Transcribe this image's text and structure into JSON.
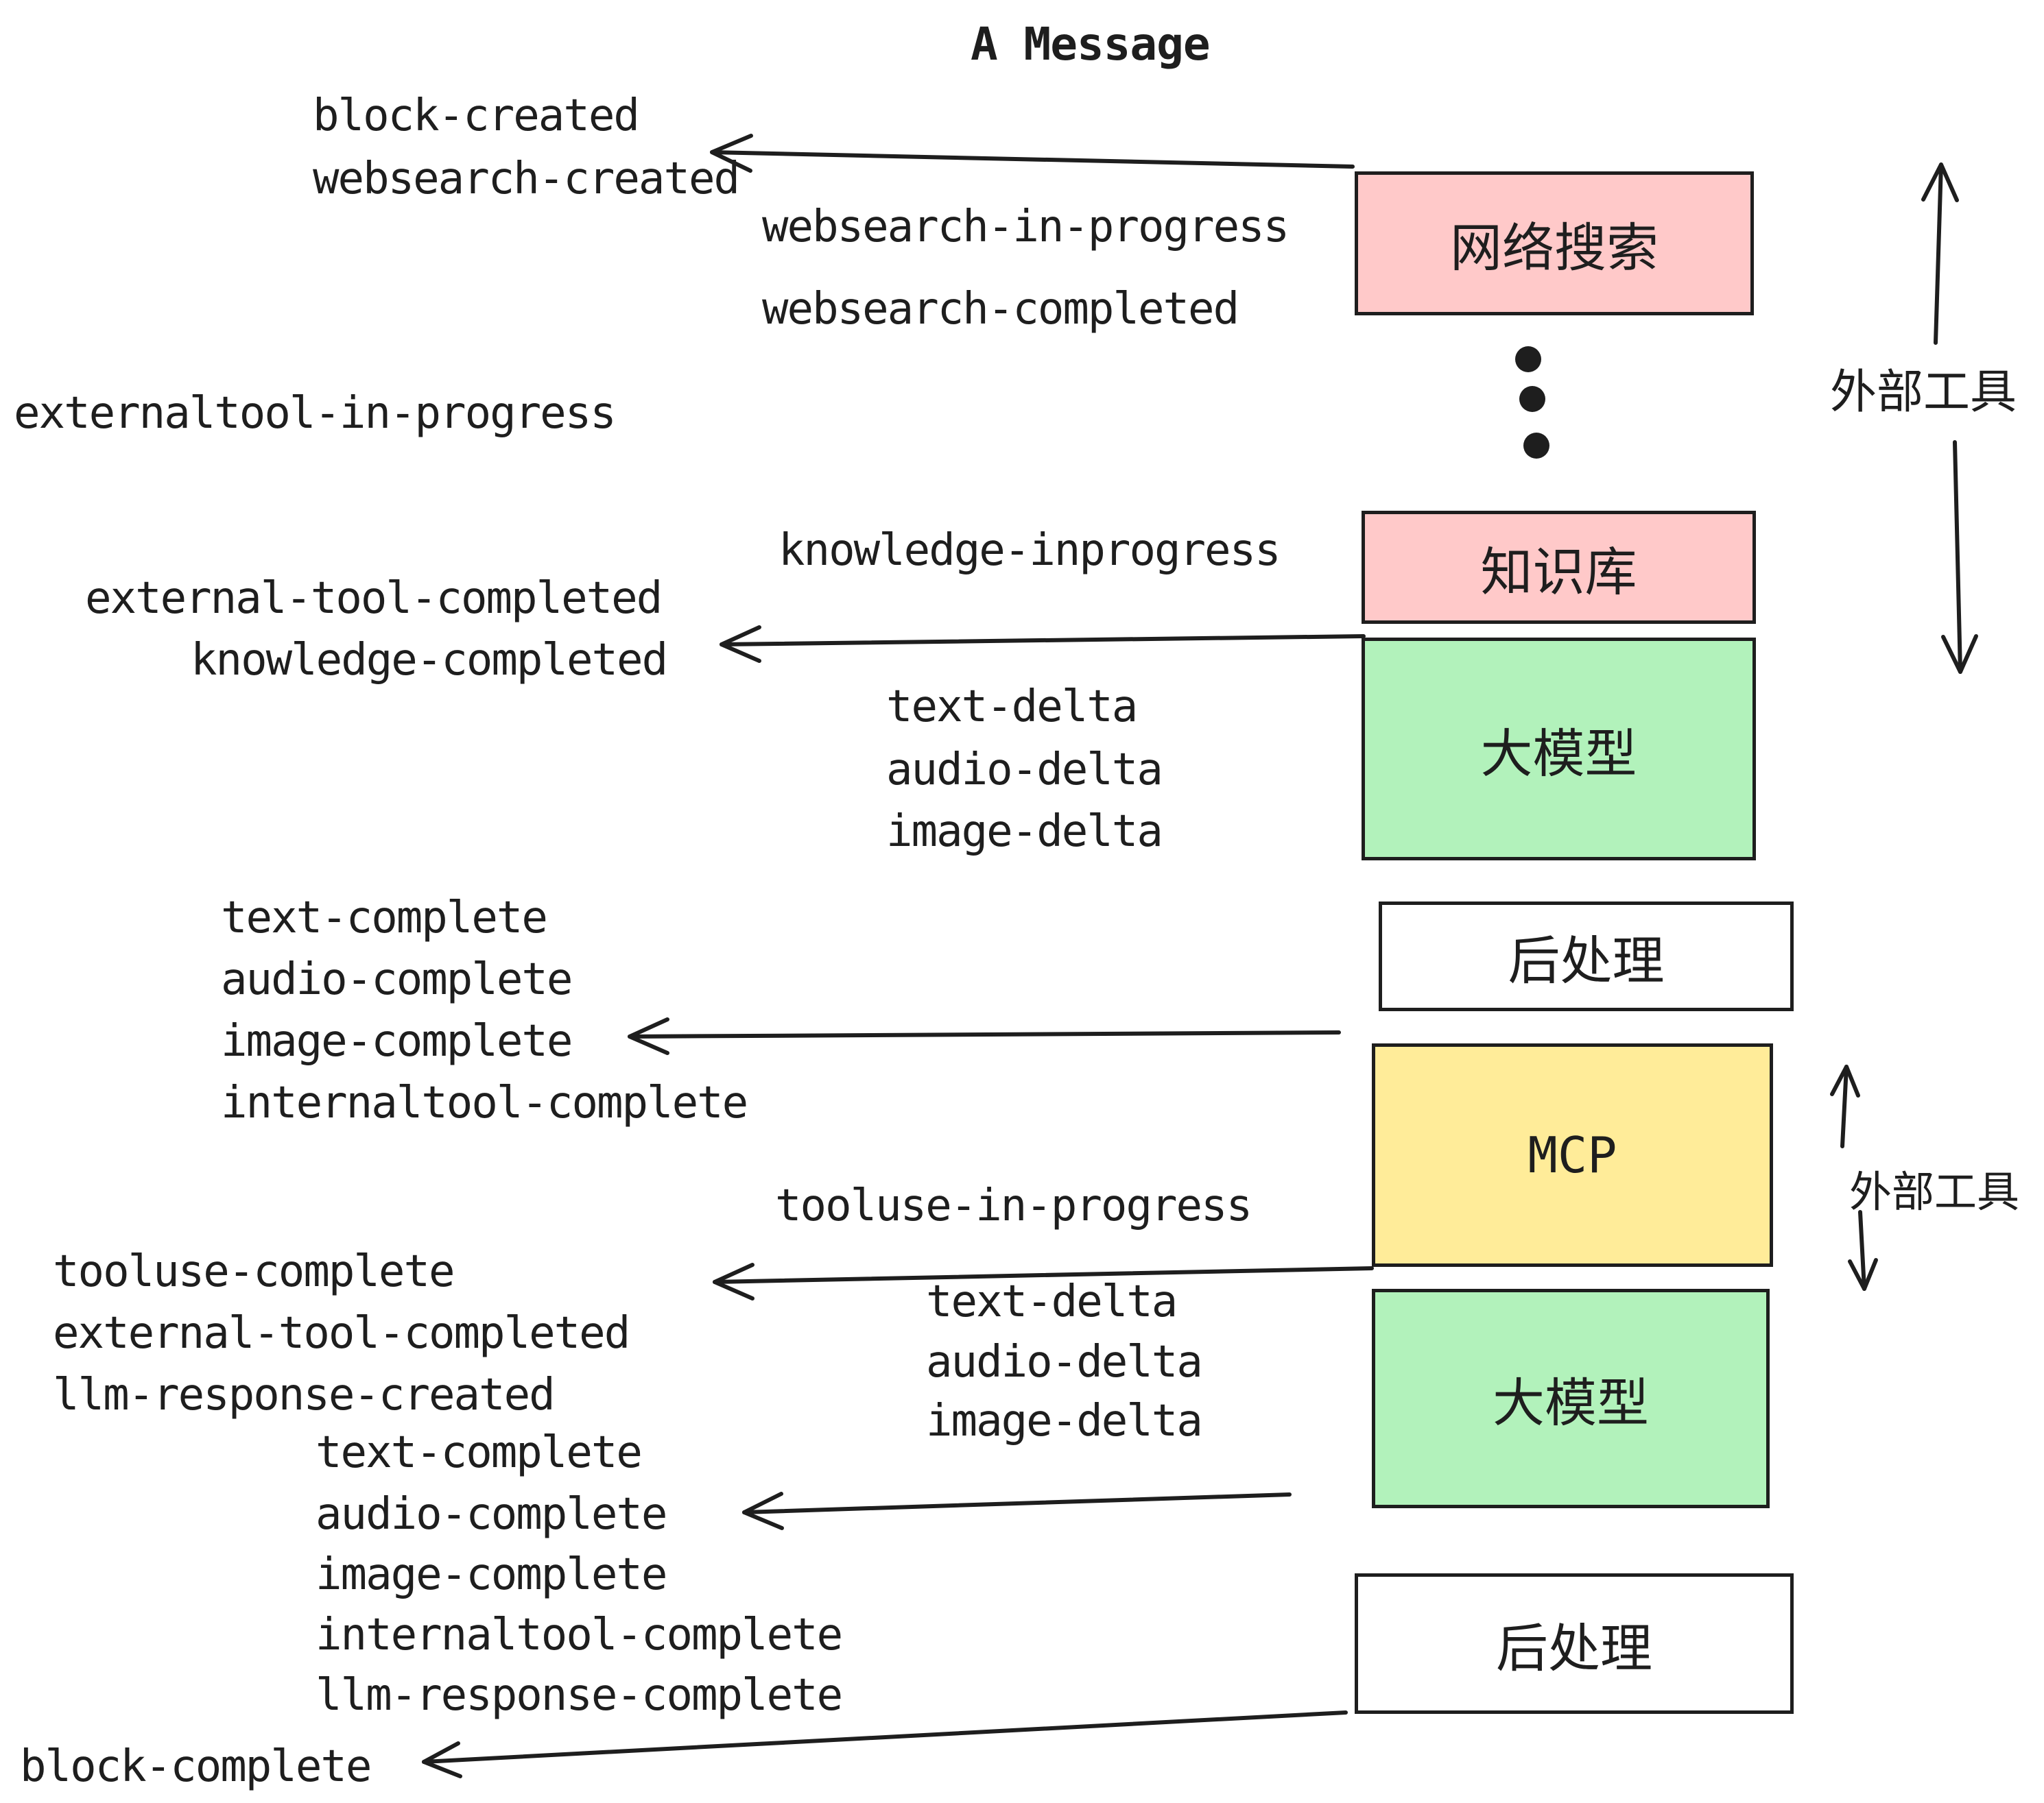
{
  "title": "A Message",
  "colors": {
    "pink": "#FFC9C9",
    "green": "#B2F2BB",
    "yellow": "#FFEC99",
    "white": "#FFFFFF",
    "ink": "#1E1E1E"
  },
  "boxes": {
    "websearch": "网络搜索",
    "knowledge": "知识库",
    "llm1": "大模型",
    "post1": "后处理",
    "mcp": "MCP",
    "llm2": "大模型",
    "post2": "后处理"
  },
  "side_labels": {
    "external_tools_top": "外部工具",
    "external_tools_mid": "外部工具"
  },
  "events": {
    "block_created": "block-created",
    "websearch_created": "websearch-created",
    "websearch_in_progress": "websearch-in-progress",
    "websearch_completed": "websearch-completed",
    "externaltool_in_progress": "externaltool-in-progress",
    "knowledge_inprogress": "knowledge-inprogress",
    "external_tool_completed_1": "external-tool-completed",
    "knowledge_completed": "knowledge-completed",
    "text_delta_1": "text-delta",
    "audio_delta_1": "audio-delta",
    "image_delta_1": "image-delta",
    "text_complete_1": "text-complete",
    "audio_complete_1": "audio-complete",
    "image_complete_1": "image-complete",
    "internaltool_complete_1": "internaltool-complete",
    "tooluse_in_progress": "tooluse-in-progress",
    "tooluse_complete": "tooluse-complete",
    "external_tool_completed_2": "external-tool-completed",
    "llm_response_created": "llm-response-created",
    "text_delta_2": "text-delta",
    "audio_delta_2": "audio-delta",
    "image_delta_2": "image-delta",
    "text_complete_2": "text-complete",
    "audio_complete_2": "audio-complete",
    "image_complete_2": "image-complete",
    "internaltool_complete_2": "internaltool-complete",
    "llm_response_complete": "llm-response-complete",
    "block_complete": "block-complete"
  }
}
